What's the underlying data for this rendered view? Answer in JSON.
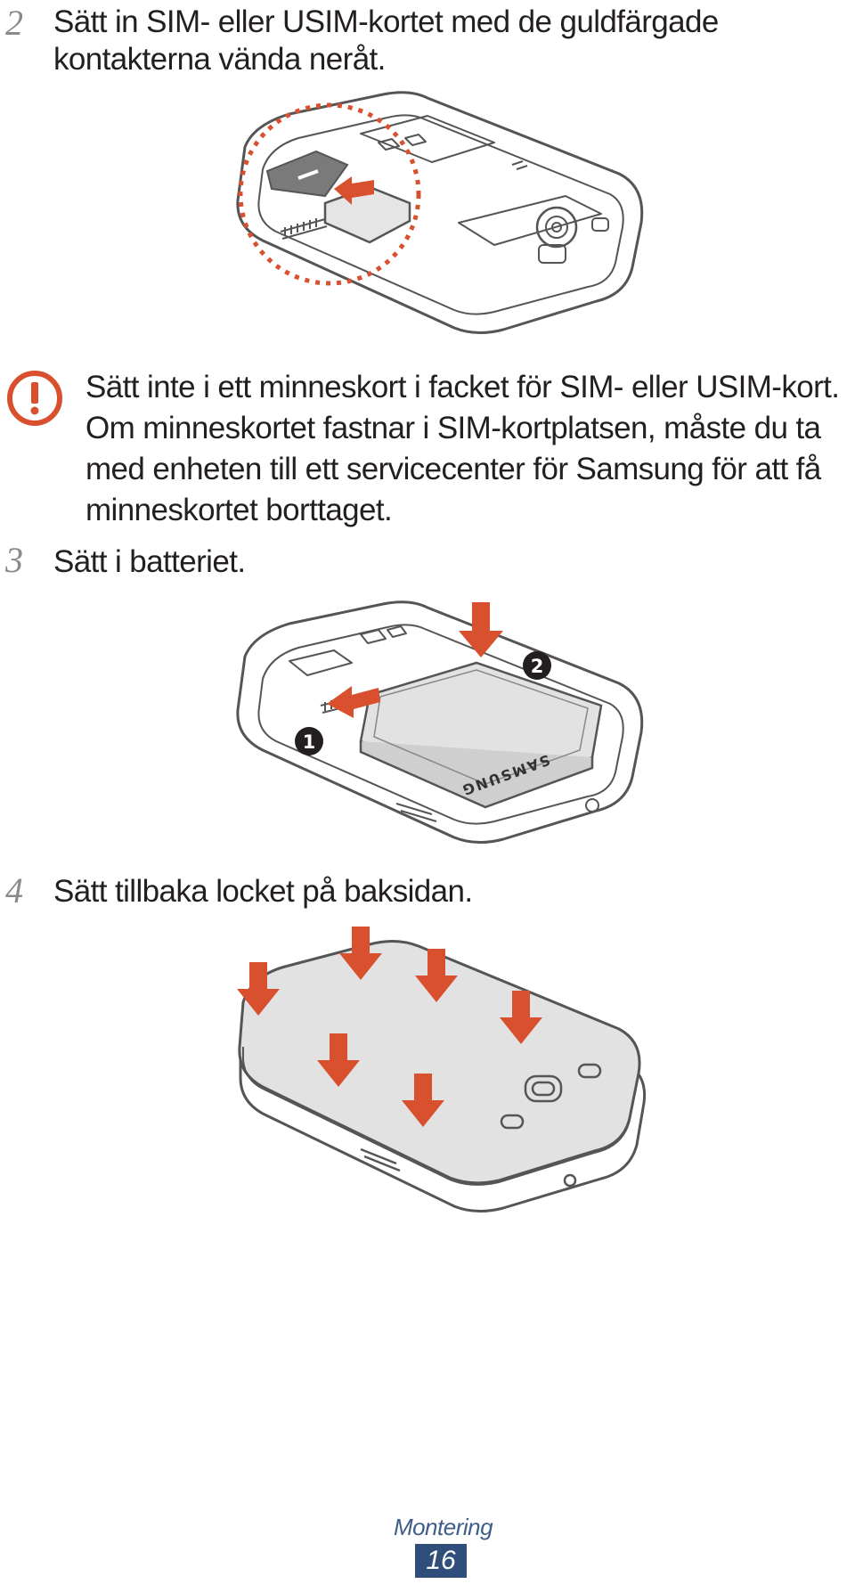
{
  "steps": [
    {
      "number": "2",
      "lines": [
        "Sätt in SIM- eller USIM-kortet med de guldfärgade",
        "kontakterna vända neråt."
      ]
    },
    {
      "number": "3",
      "lines": [
        "Sätt i batteriet."
      ]
    },
    {
      "number": "4",
      "lines": [
        "Sätt tillbaka locket på baksidan."
      ]
    }
  ],
  "warning": {
    "lines": [
      "Sätt inte i ett minneskort i facket för SIM- eller USIM-kort.",
      "Om minneskortet fastnar i SIM-kortplatsen, måste du ta",
      "med enheten till ett servicecenter för Samsung för att få",
      "minneskortet borttaget."
    ]
  },
  "illustrations": {
    "battery_brand": "SAMSUNG",
    "callouts": [
      "1",
      "2"
    ]
  },
  "footer": {
    "section": "Montering",
    "page": "16"
  },
  "colors": {
    "accent_red": "#d9502e",
    "warn_icon": "#d9502e",
    "footer_blue": "#2f4f7a"
  },
  "icons": [
    "warning-icon",
    "arrow-icon"
  ]
}
